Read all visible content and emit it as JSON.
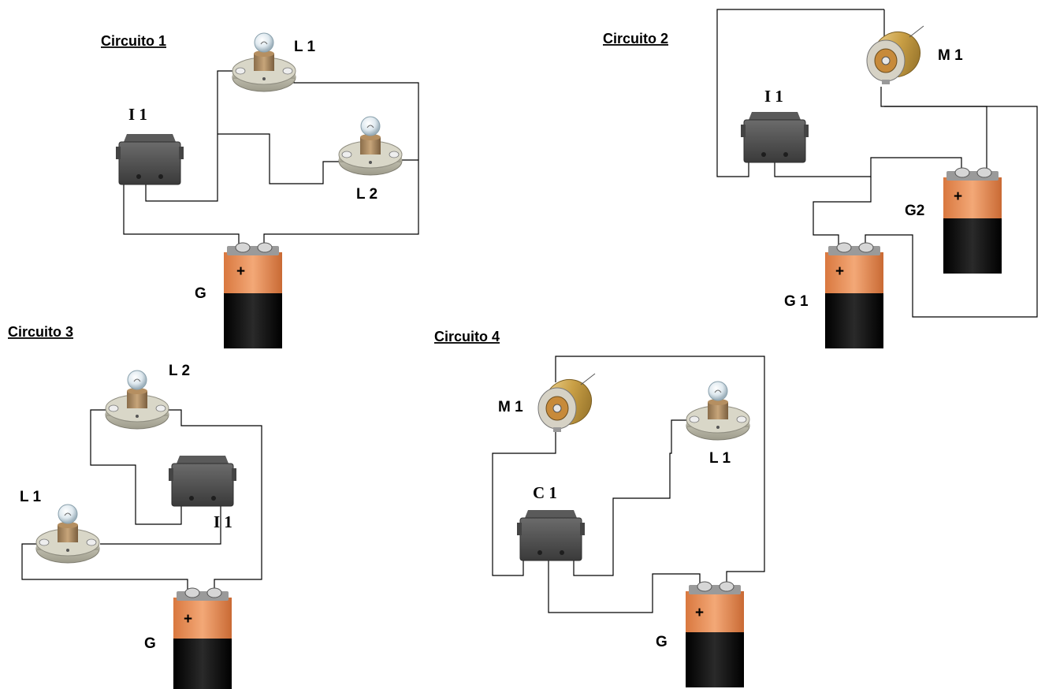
{
  "circuits": {
    "c1": {
      "title": "Circuito 1",
      "lamp1": "L 1",
      "lamp2": "L 2",
      "switch": "I 1",
      "battery": "G"
    },
    "c2": {
      "title": "Circuito 2",
      "motor": "M 1",
      "switch": "I 1",
      "battery1": "G 1",
      "battery2": "G2"
    },
    "c3": {
      "title": "Circuito 3",
      "lamp1": "L 1",
      "lamp2": "L 2",
      "switch": "I 1",
      "battery": "G"
    },
    "c4": {
      "title": "Circuito 4",
      "motor": "M 1",
      "lamp": "L 1",
      "switch": "C 1",
      "battery": "G"
    }
  },
  "battery_polarity": "+",
  "colors": {
    "wire": "#000000",
    "battery_top": "#e8915a",
    "battery_body": "#141414",
    "switch": "#4d4d4d",
    "lamp_base": "#c7c5b3",
    "motor": "#d8b25a"
  }
}
